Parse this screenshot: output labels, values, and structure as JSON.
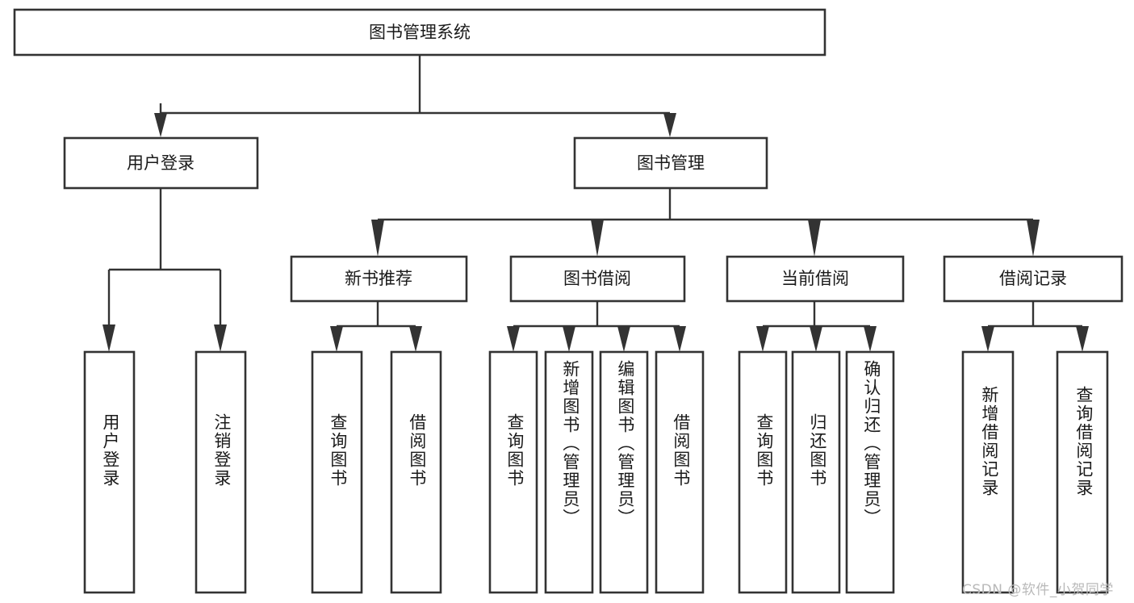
{
  "diagram": {
    "type": "tree-hierarchy",
    "title": "图书管理系统功能结构图",
    "colors": {
      "box_stroke": "#333333",
      "box_fill": "#ffffff",
      "connector": "#333333",
      "text": "#1a1a1a",
      "background": "#ffffff",
      "watermark": "#b9b9b9"
    },
    "root": {
      "label": "图书管理系统"
    },
    "level2": [
      {
        "label": "用户登录"
      },
      {
        "label": "图书管理"
      }
    ],
    "level3": [
      {
        "label": "新书推荐"
      },
      {
        "label": "图书借阅"
      },
      {
        "label": "当前借阅"
      },
      {
        "label": "借阅记录"
      }
    ],
    "leaves": {
      "user_login": [
        {
          "label": "用户登录"
        },
        {
          "label": "注销登录"
        }
      ],
      "new_book_recommend": [
        {
          "label": "查询图书"
        },
        {
          "label": "借阅图书"
        }
      ],
      "book_borrow": [
        {
          "label": "查询图书"
        },
        {
          "label": "新增图书（管理员）"
        },
        {
          "label": "编辑图书（管理员）"
        },
        {
          "label": "借阅图书"
        }
      ],
      "current_borrow": [
        {
          "label": "查询图书"
        },
        {
          "label": "归还图书"
        },
        {
          "label": "确认归还（管理员）"
        }
      ],
      "borrow_record": [
        {
          "label": "新增借阅记录"
        },
        {
          "label": "查询借阅记录"
        }
      ]
    },
    "watermark": {
      "label": "CSDN @软件_小贺同学"
    }
  }
}
